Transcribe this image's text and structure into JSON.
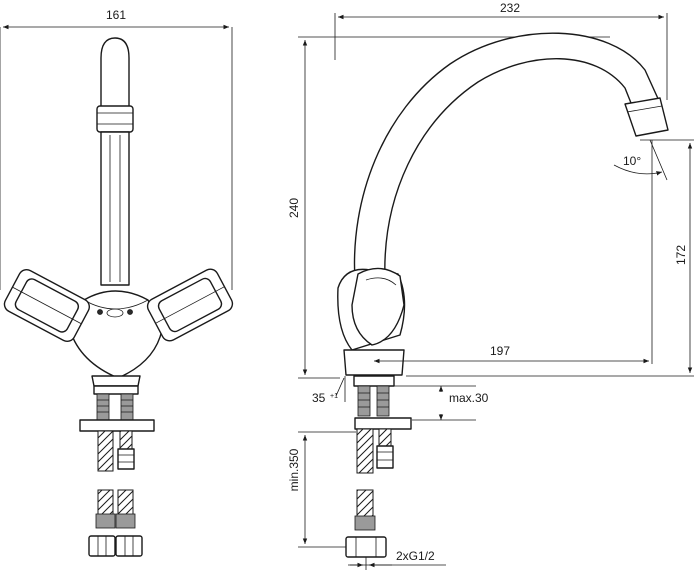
{
  "drawing": {
    "front_view": {
      "width_label": "161"
    },
    "side_view": {
      "reach_label": "232",
      "height_label": "240",
      "spout_height_label": "172",
      "spout_reach_label": "197",
      "spout_angle_label": "10°",
      "base_angle_label": "35",
      "base_angle_tolerance": "+1",
      "deck_thickness_label": "max.30",
      "hose_length_label": "min.350",
      "connection_label": "2xG1/2"
    }
  }
}
